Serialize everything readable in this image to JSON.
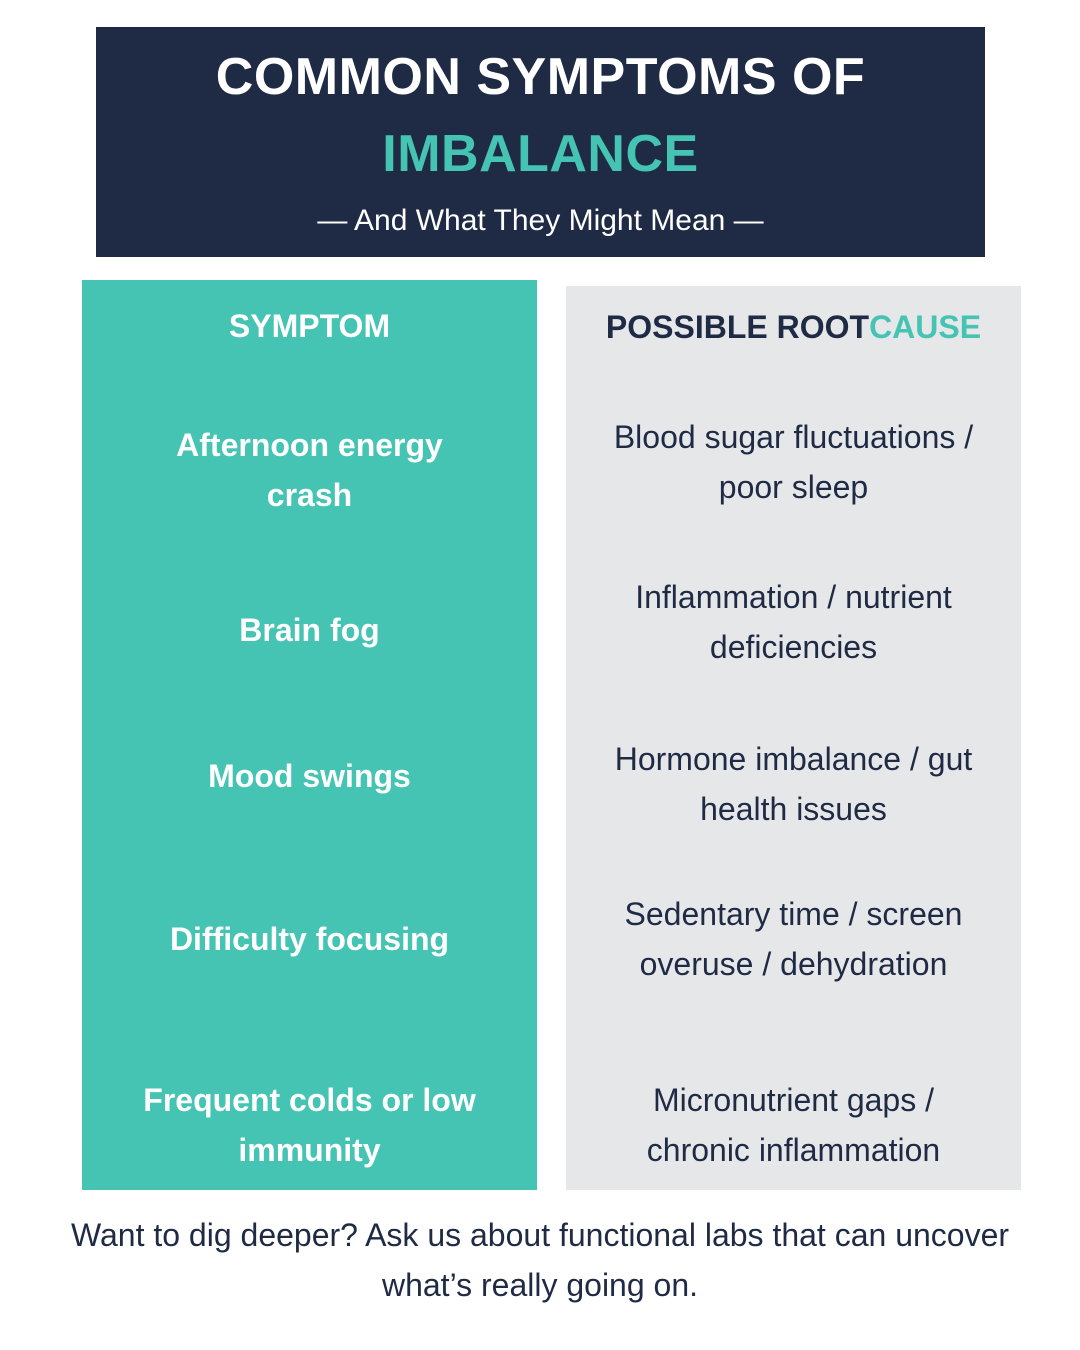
{
  "header": {
    "title_line1": "COMMON SYMPTOMS OF",
    "title_line2": "IMBALANCE",
    "subtitle": "— And What They Might Mean —"
  },
  "columns": {
    "symptom_heading": "SYMPTOM",
    "cause_heading_part1": "POSSIBLE ROOT ",
    "cause_heading_part2": "CAUSE"
  },
  "rows": [
    {
      "symptom": "Afternoon energy crash",
      "cause": "Blood sugar fluctuations / poor sleep"
    },
    {
      "symptom": "Brain fog",
      "cause": "Inflammation / nutrient deficiencies"
    },
    {
      "symptom": "Mood swings",
      "cause": "Hormone imbalance / gut health issues"
    },
    {
      "symptom": "Difficulty focusing",
      "cause": "Sedentary time / screen overuse / dehydration"
    },
    {
      "symptom": "Frequent colds or low immunity",
      "cause": "Micronutrient gaps / chronic inflammation"
    }
  ],
  "footer": {
    "text": "Want to dig deeper? Ask us about functional labs that can uncover what’s really going on."
  },
  "colors": {
    "navy": "#1f2a44",
    "teal": "#45c3b3",
    "gray": "#e6e7e9"
  }
}
